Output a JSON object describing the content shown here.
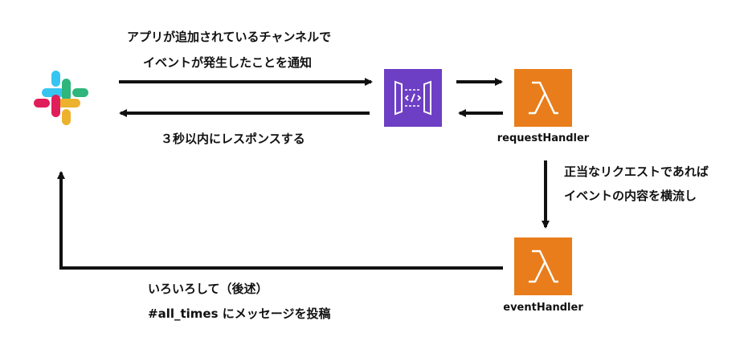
{
  "edges": {
    "notify_line1": "アプリが追加されているチャンネルで",
    "notify_line2": "イベントが発生したことを通知",
    "respond": "３秒以内にレスポンスする",
    "forward_line1": "正当なリクエストであれば",
    "forward_line2": "イベントの内容を横流し",
    "post_line1": "いろいろして（後述）",
    "post_line2": "#all_times にメッセージを投稿"
  },
  "nodes": {
    "request_handler": "requestHandler",
    "event_handler": "eventHandler"
  },
  "icons": {
    "slack": "slack-logo-icon",
    "gateway": "api-gateway-icon",
    "lambda": "lambda-icon",
    "lambda_symbol": "λ"
  },
  "colors": {
    "gateway": "#6d3fc4",
    "lambda": "#e97d1b",
    "arrow": "#111111",
    "slack_blue": "#36c5f0",
    "slack_green": "#2eb67d",
    "slack_yellow": "#ecb22e",
    "slack_red": "#e01e5a"
  }
}
